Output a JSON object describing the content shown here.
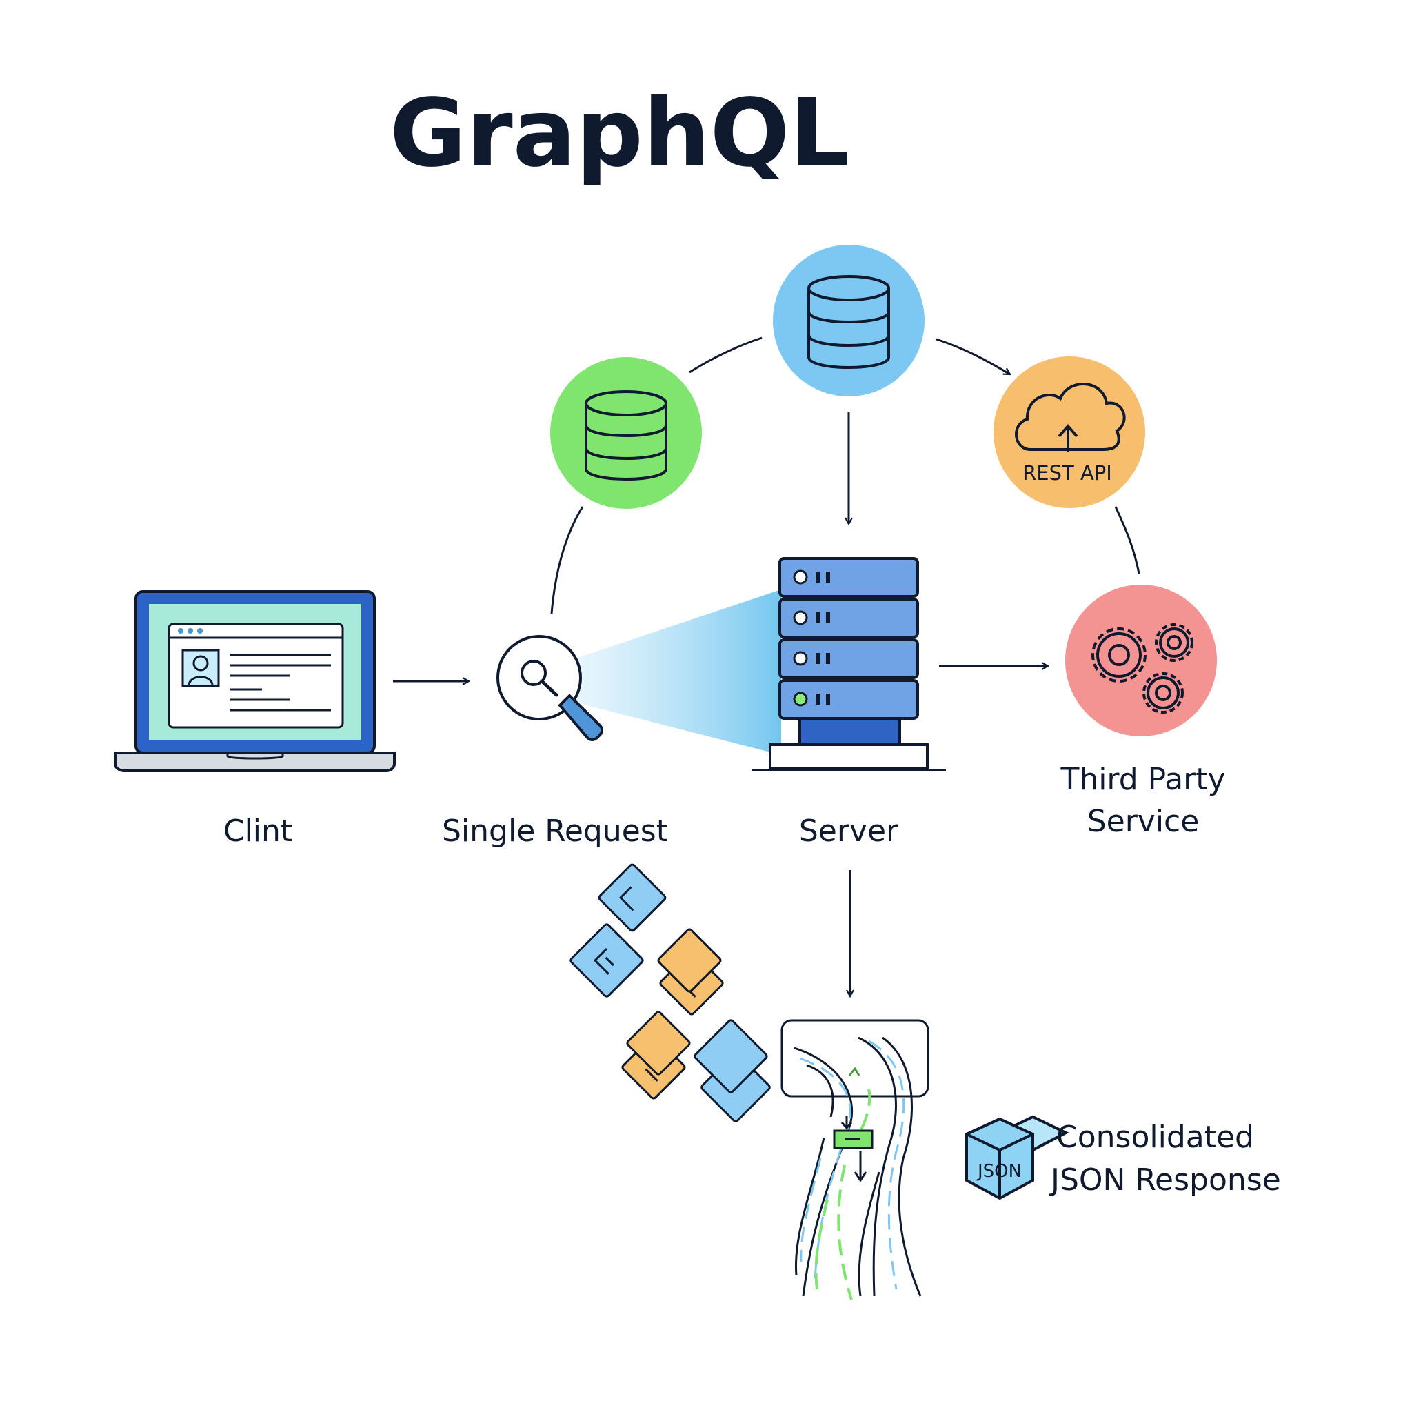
{
  "title": "GraphQL",
  "nodes": {
    "client": {
      "label": "Clint"
    },
    "request": {
      "label": "Single Request"
    },
    "server": {
      "label": "Server"
    },
    "third_party": {
      "label_line1": "Third Party",
      "label_line2": "Service"
    },
    "rest_api": {
      "label": "REST API"
    },
    "database_green": {
      "icon": "database-icon"
    },
    "database_blue": {
      "icon": "database-icon"
    },
    "response": {
      "badge": "JSON",
      "label_line1": "Consolidated",
      "label_line2": "JSON Response"
    }
  },
  "colors": {
    "ink": "#0f1a2e",
    "green": "#7fe56f",
    "blue_circle": "#7cc8f2",
    "orange": "#f7be6e",
    "red": "#f49492",
    "server_blue": "#6fa3e6",
    "server_dark": "#2f63c4",
    "laptop_blue": "#2c63c6",
    "screen_teal": "#a8ead9",
    "card_blue": "#8fcdf4",
    "card_orange": "#f7c06f",
    "json_blue": "#8fd3f4"
  }
}
